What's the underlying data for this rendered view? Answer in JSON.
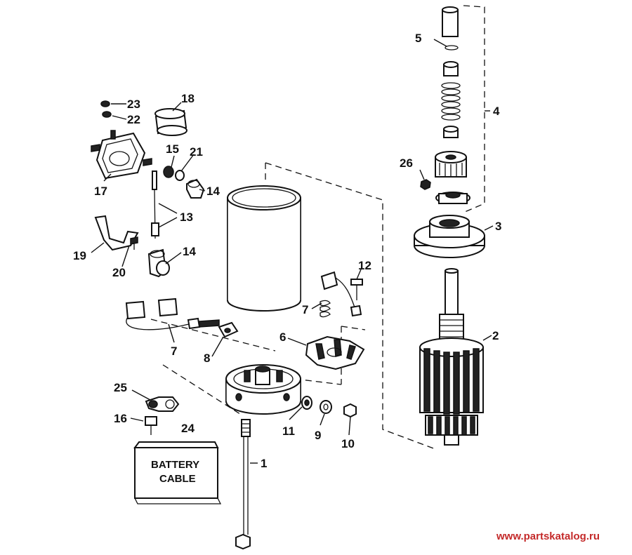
{
  "callouts": [
    {
      "id": "1",
      "text": "1"
    },
    {
      "id": "2",
      "text": "2"
    },
    {
      "id": "3",
      "text": "3"
    },
    {
      "id": "4",
      "text": "4"
    },
    {
      "id": "5",
      "text": "5"
    },
    {
      "id": "6",
      "text": "6"
    },
    {
      "id": "7a",
      "text": "7"
    },
    {
      "id": "7b",
      "text": "7"
    },
    {
      "id": "8",
      "text": "8"
    },
    {
      "id": "9",
      "text": "9"
    },
    {
      "id": "10",
      "text": "10"
    },
    {
      "id": "11",
      "text": "11"
    },
    {
      "id": "12",
      "text": "12"
    },
    {
      "id": "13",
      "text": "13"
    },
    {
      "id": "14a",
      "text": "14"
    },
    {
      "id": "14b",
      "text": "14"
    },
    {
      "id": "15",
      "text": "15"
    },
    {
      "id": "16",
      "text": "16"
    },
    {
      "id": "17",
      "text": "17"
    },
    {
      "id": "18",
      "text": "18"
    },
    {
      "id": "19",
      "text": "19"
    },
    {
      "id": "20",
      "text": "20"
    },
    {
      "id": "21",
      "text": "21"
    },
    {
      "id": "22",
      "text": "22"
    },
    {
      "id": "23",
      "text": "23"
    },
    {
      "id": "24",
      "text": "24"
    },
    {
      "id": "25",
      "text": "25"
    },
    {
      "id": "26",
      "text": "26"
    }
  ],
  "battery_tag": {
    "line1": "BATTERY",
    "line2": "CABLE"
  },
  "watermark": "www.partskatalog.ru"
}
